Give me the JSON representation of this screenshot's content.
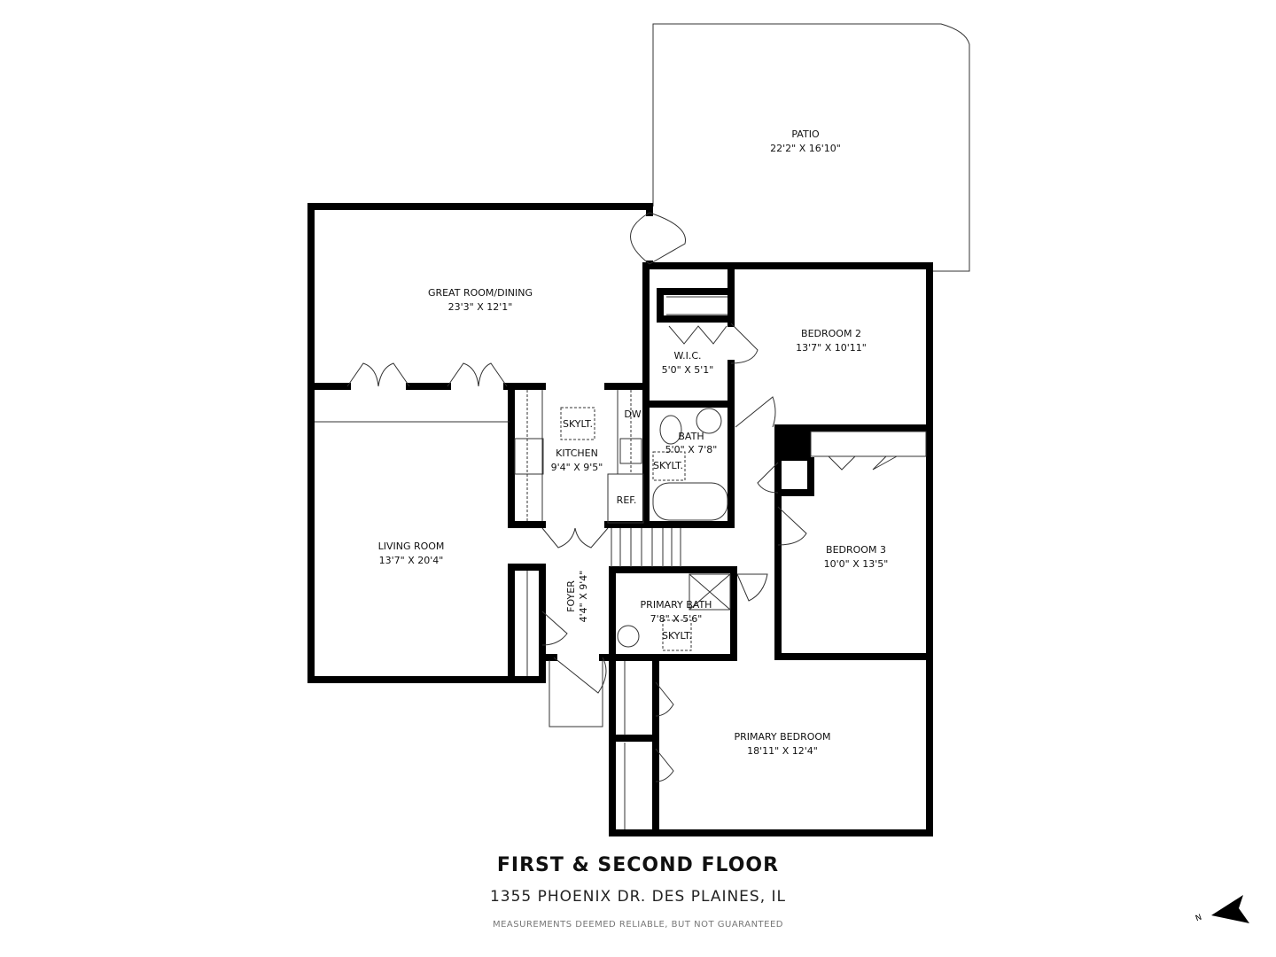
{
  "plan": {
    "rooms": [
      {
        "name": "PATIO",
        "size": "22'2\" X 16'10\""
      },
      {
        "name": "GREAT ROOM/DINING",
        "size": "23'3\" X 12'1\""
      },
      {
        "name": "BEDROOM 2",
        "size": "13'7\" X 10'11\""
      },
      {
        "name": "W.I.C.",
        "size": "5'0\" X 5'1\""
      },
      {
        "name": "KITCHEN",
        "size": "9'4\" X 9'5\""
      },
      {
        "name": "BATH",
        "size": "5'0\" X 7'8\""
      },
      {
        "name": "LIVING ROOM",
        "size": "13'7\" X 20'4\""
      },
      {
        "name": "BEDROOM 3",
        "size": "10'0\" X 13'5\""
      },
      {
        "name": "FOYER",
        "size": "4'4\" X 9'4\""
      },
      {
        "name": "PRIMARY BATH",
        "size": "7'8\" X 5'6\""
      },
      {
        "name": "PRIMARY BEDROOM",
        "size": "18'11\" X 12'4\""
      }
    ],
    "fixtures": {
      "skylight": "SKYLT.",
      "dishwasher": "DW",
      "refrigerator": "REF."
    },
    "compass": {
      "letter": "N",
      "icon": "north-arrow-icon"
    }
  },
  "footer": {
    "title": "FIRST & SECOND FLOOR",
    "address": "1355 PHOENIX DR. DES PLAINES, IL",
    "disclaimer": "MEASUREMENTS DEEMED RELIABLE, BUT NOT GUARANTEED"
  }
}
